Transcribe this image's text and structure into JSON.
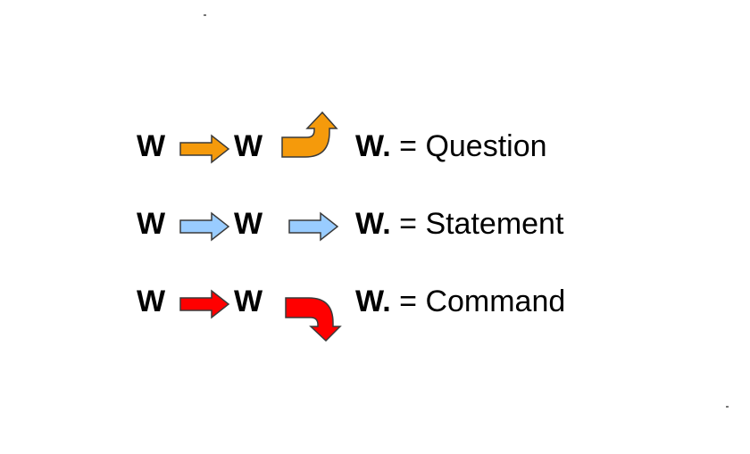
{
  "rows": [
    {
      "first_word": "W",
      "second_word": "W",
      "end_word": "W.",
      "equals": "=",
      "sentence_type": "Question",
      "intonation": "rising",
      "color": "#F59A0B"
    },
    {
      "first_word": "W",
      "second_word": "W",
      "end_word": "W.",
      "equals": "=",
      "sentence_type": "Statement",
      "intonation": "level",
      "color": "#99CCFF"
    },
    {
      "first_word": "W",
      "second_word": "W",
      "end_word": "W.",
      "equals": "=",
      "sentence_type": "Command",
      "intonation": "falling",
      "color": "#FF0000"
    }
  ],
  "arrow_outline_color": "#3A3A3A"
}
